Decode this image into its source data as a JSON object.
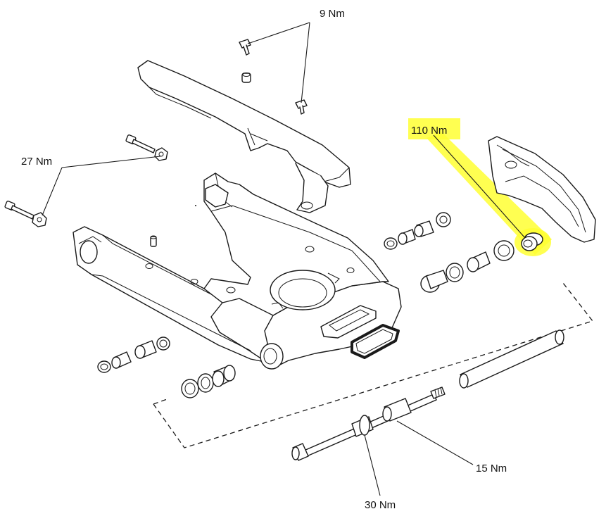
{
  "colors": {
    "highlight": "#ffff33",
    "line": "#1a1a1a",
    "background": "#ffffff"
  },
  "torque_labels": {
    "top_bolts": "9 Nm",
    "chain_guide_pivot": "110 Nm",
    "left_bolts": "27 Nm",
    "pivot_shaft": "15 Nm",
    "pivot_nut": "30 Nm"
  },
  "highlighted_label": "chain_guide_pivot"
}
